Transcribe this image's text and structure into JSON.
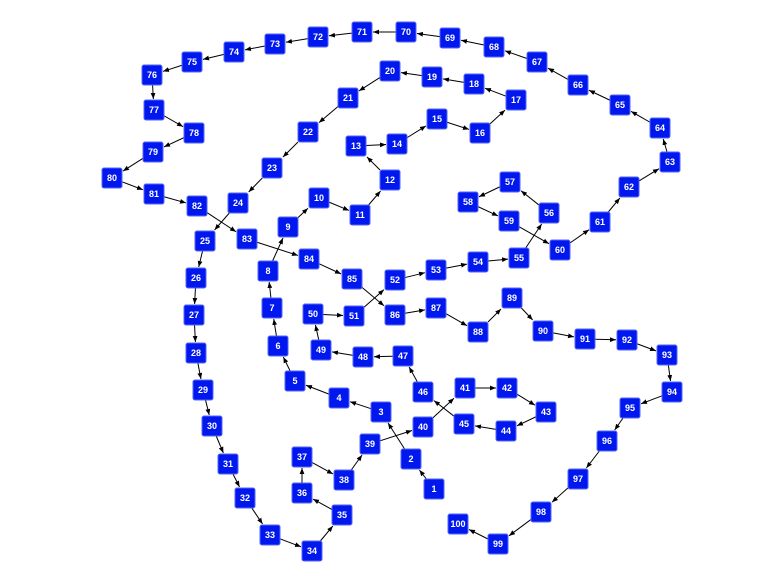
{
  "graph": {
    "node_color": "#0018ee",
    "edge_color": "#000000",
    "label_color": "#ffffff",
    "path": [
      "1",
      "2",
      "3",
      "4",
      "5",
      "6",
      "7",
      "8",
      "9",
      "10",
      "11",
      "12",
      "13",
      "14",
      "15",
      "16",
      "17",
      "18",
      "19",
      "20",
      "21",
      "22",
      "23",
      "24",
      "25",
      "26",
      "27",
      "28",
      "29",
      "30",
      "31",
      "32",
      "33",
      "34",
      "35",
      "36",
      "37",
      "38",
      "39",
      "40",
      "41",
      "42",
      "43",
      "44",
      "45",
      "46",
      "47",
      "48",
      "49",
      "50",
      "51",
      "52",
      "53",
      "54",
      "55",
      "56",
      "57",
      "58",
      "59",
      "60",
      "61",
      "62",
      "63",
      "64",
      "65",
      "66",
      "67",
      "68",
      "69",
      "70",
      "71",
      "72",
      "73",
      "74",
      "75",
      "76",
      "77",
      "78",
      "79",
      "80",
      "81",
      "82",
      "83",
      "84",
      "85",
      "86",
      "87",
      "88",
      "89",
      "90",
      "91",
      "92",
      "93",
      "94",
      "95",
      "96",
      "97",
      "98",
      "99",
      "100"
    ]
  }
}
